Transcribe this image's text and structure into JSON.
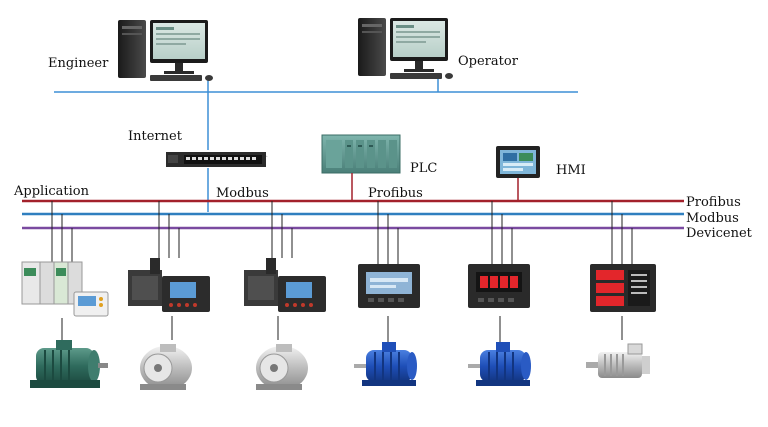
{
  "nodes": {
    "engineer": {
      "label": "Engineer",
      "icon": "desktop-computer-icon"
    },
    "operator": {
      "label": "Operator",
      "icon": "desktop-computer-icon"
    },
    "internet": {
      "label": "Internet",
      "icon": "network-switch-icon"
    },
    "plc": {
      "label": "PLC",
      "icon": "plc-rack-icon"
    },
    "hmi": {
      "label": "HMI",
      "icon": "touch-panel-icon"
    }
  },
  "labels": {
    "application": "Application",
    "modbus_center": "Modbus",
    "profibus_center": "Profibus"
  },
  "buses": [
    {
      "label": "Profibus",
      "color": "#a3212b"
    },
    {
      "label": "Modbus",
      "color": "#2f7fbf"
    },
    {
      "label": "Devicenet",
      "color": "#7a4aa0"
    }
  ],
  "ethernet_color": "#3d8fd6",
  "devices": [
    {
      "kind": "modular-relay-unit",
      "motor": "green-motor-icon"
    },
    {
      "kind": "motor-protector-with-display",
      "motor": "silver-motor-icon"
    },
    {
      "kind": "motor-protector-with-display",
      "motor": "silver-motor-icon"
    },
    {
      "kind": "panel-meter-lcd",
      "motor": "blue-motor-icon"
    },
    {
      "kind": "panel-meter-red-led",
      "motor": "blue-motor-icon"
    },
    {
      "kind": "multifunction-meter",
      "motor": "servo-motor-icon"
    }
  ]
}
